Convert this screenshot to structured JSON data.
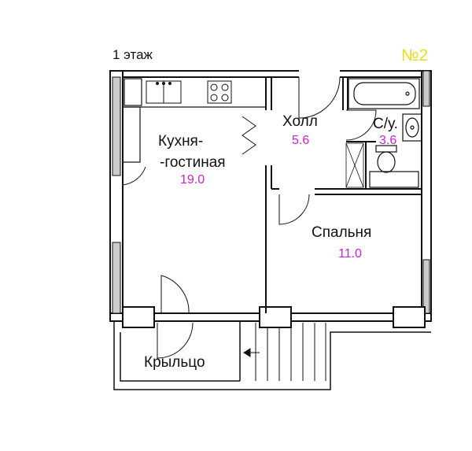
{
  "plan": {
    "floor_label": "1 этаж",
    "apartment_number": "№2",
    "colors": {
      "area": "#cc22cc",
      "apartment_number": "#e8dc1e",
      "walls": "#111111"
    },
    "rooms": [
      {
        "name_lines": [
          "Кухня-",
          "-гостиная"
        ],
        "area": "19.0"
      },
      {
        "name": "Холл",
        "area": "5.6"
      },
      {
        "name": "С/у.",
        "area": "3.6"
      },
      {
        "name": "Спальня",
        "area": "11.0"
      }
    ],
    "porch": {
      "name": "Крыльцо"
    },
    "fixture_icons": [
      "sink-icon",
      "stove-icon",
      "bathtub-icon",
      "washbasin-icon",
      "toilet-icon",
      "stairs-icon",
      "door-swing-icon"
    ]
  }
}
